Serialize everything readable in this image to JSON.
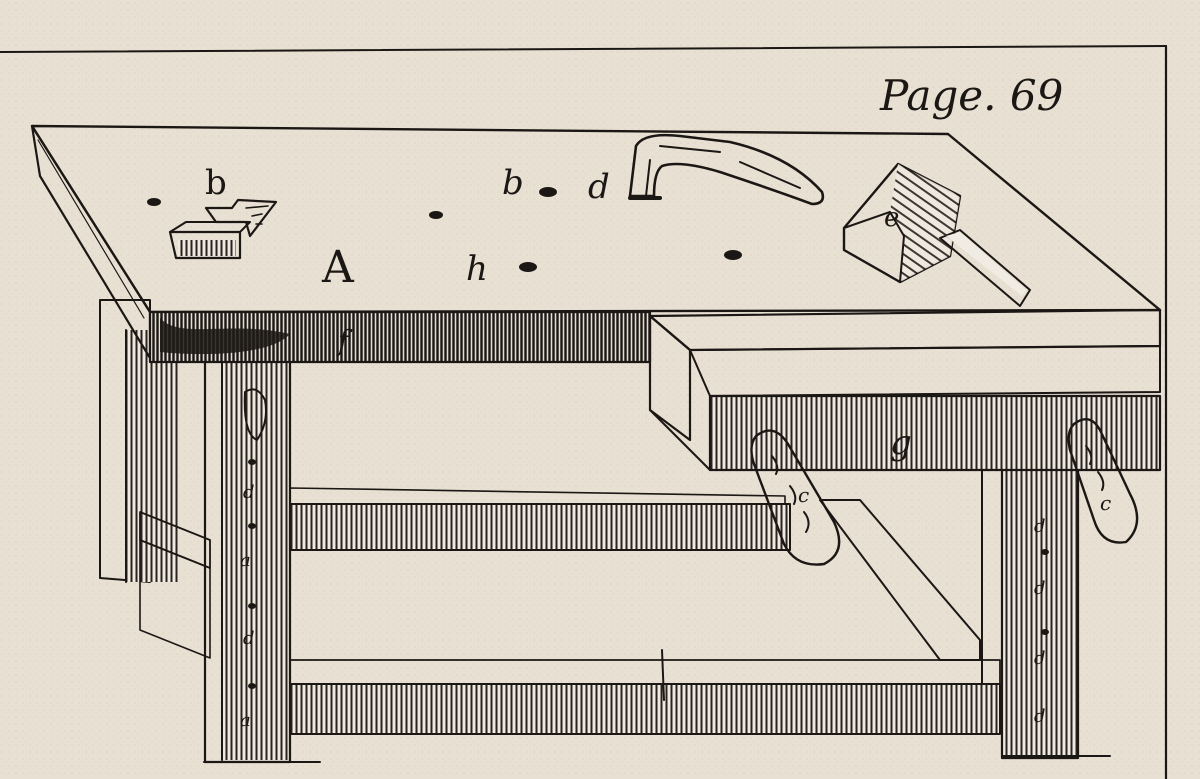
{
  "page_label": "Page. 69",
  "colors": {
    "paper": "#e8e0d3",
    "paper_light": "#efe9df",
    "ink": "#1b1714",
    "hatch": "#2a2420"
  },
  "labels": {
    "bench_top": "A",
    "hole_left": "b",
    "hole_top": "b",
    "holdfast": "d",
    "mallet": "e",
    "apron": "f",
    "vise_jaw": "g",
    "hole_mid": "h",
    "leg_front_left_holes": [
      "d",
      "a",
      "d",
      "a"
    ],
    "leg_front_right_holes": [
      "d",
      "d",
      "d",
      "d"
    ],
    "vise_screw_left": "c",
    "vise_screw_right": "c"
  }
}
